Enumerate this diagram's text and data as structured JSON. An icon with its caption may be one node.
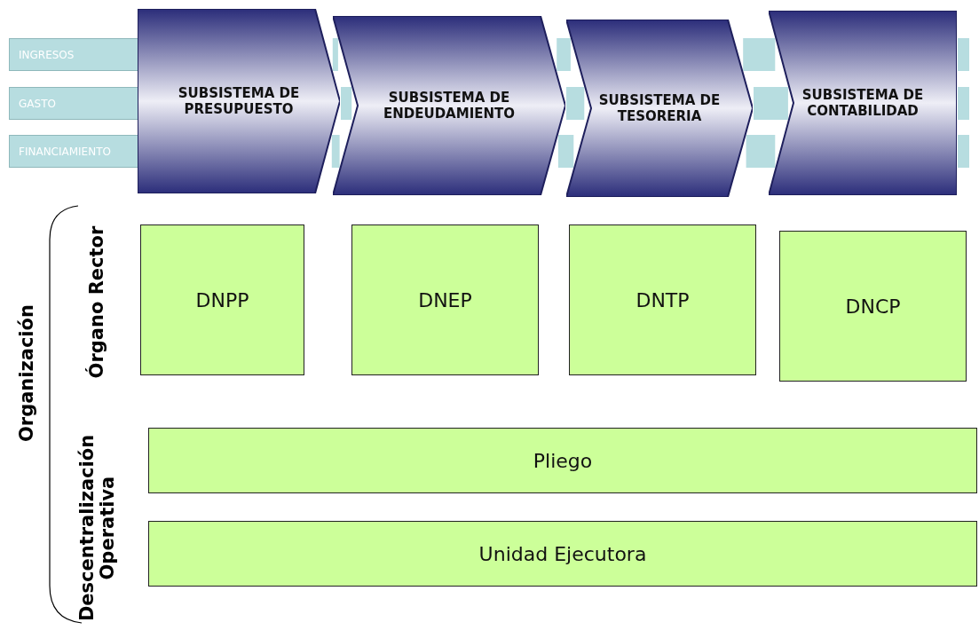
{
  "diagram": {
    "nodes": [
      {
        "text": [
          "INGRESOS"
        ]
      },
      {
        "text": [
          "GASTO"
        ]
      },
      {
        "text": [
          "FINANCIAMIENTO"
        ]
      },
      {
        "text": [
          "SUBSISTEMA DE PRESUPUESTO"
        ]
      },
      {
        "text": [
          "SUBSISTEMA DE ENDEUDAMIENTO"
        ]
      },
      {
        "text": [
          "SUBSISTEMA DE TESORERIA"
        ]
      },
      {
        "text": [
          "SUBSISTEMA DE CONTABILIDAD"
        ]
      },
      {
        "text": [
          "DNPP"
        ]
      },
      {
        "text": [
          "DNEP"
        ]
      },
      {
        "text": [
          "DNTP"
        ]
      },
      {
        "text": [
          "DNCP"
        ]
      },
      {
        "text": [
          "Pliego"
        ]
      },
      {
        "text": [
          "Unidad Ejecutora"
        ]
      }
    ],
    "labels": [
      "Organización",
      "Órgano Rector",
      "Descentralización Operativa"
    ]
  }
}
